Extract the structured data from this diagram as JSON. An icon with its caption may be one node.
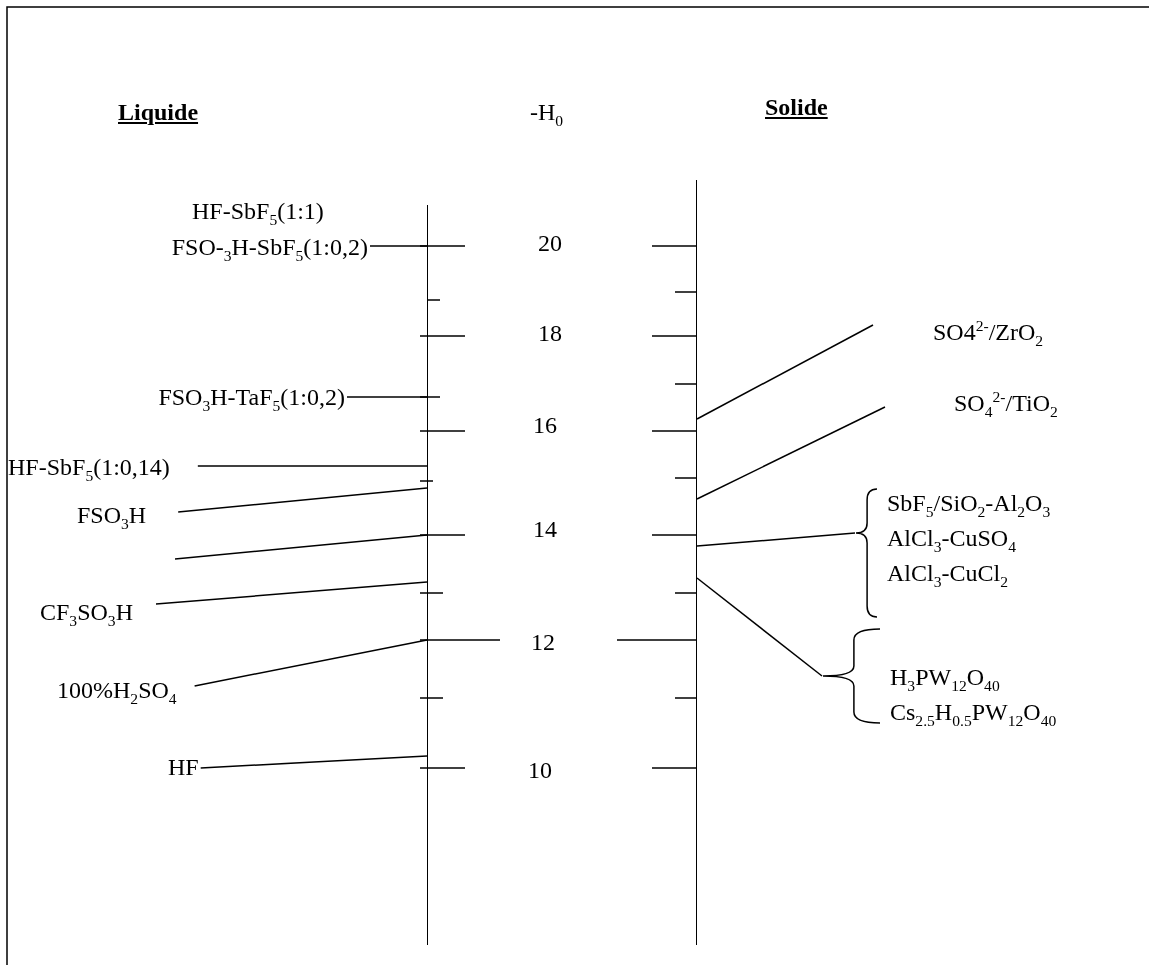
{
  "diagram": {
    "nodes": [
      {
        "text": [
          "FSO-$_{3}$H-SbF$_{5}$(1:0,2)"
        ]
      },
      {
        "text": [
          "FSO$_{3}$H-TaF$_{5}$(1:0,2)"
        ]
      },
      {
        "text": [
          "HF-SbF$_{5}$(1:0,14)"
        ]
      },
      {
        "text": [
          "FSO$_{3}$H"
        ]
      },
      {
        "text": [
          "CF$_{3}$SO$_{3}$H"
        ]
      },
      {
        "text": [
          "100%H$_{2}$SO$_{4}$"
        ]
      },
      {
        "text": [
          "HF"
        ]
      },
      {
        "text": [
          "SO4$^{2-}$/ZrO$_{2}$"
        ]
      },
      {
        "text": [
          "SO$_{4}$$^{2-}$/TiO$_{2}$"
        ]
      },
      {
        "text": [
          "SbF$_{5}$/SiO$_{2}$-Al$_{2}$O$_{3}$",
          "AlCl$_{3}$-CuSO$_{4}$",
          "AlCl$_{3}$-CuCl$_{2}$"
        ]
      },
      {
        "text": [
          "H$_{3}$PW$_{12}$O$_{40}$",
          "Cs$_{2.5}$H$_{0.5}$PW$_{12}$O$_{40}$"
        ]
      },
      {
        "text": [],
        "shape": "line"
      },
      {
        "text": [],
        "shape": "line"
      }
    ],
    "edges": [
      {
        "from": 0,
        "to": 11,
        "arrow": "none"
      },
      {
        "from": 1,
        "to": 11,
        "arrow": "none"
      },
      {
        "from": 2,
        "to": 11,
        "arrow": "none"
      },
      {
        "from": 3,
        "to": 11,
        "arrow": "none"
      },
      {
        "from": null,
        "to": 11,
        "arrow": "none"
      },
      {
        "from": 4,
        "to": 11,
        "arrow": "none"
      },
      {
        "from": 5,
        "to": 11,
        "arrow": "none"
      },
      {
        "from": 6,
        "to": 11,
        "arrow": "none"
      },
      {
        "from": 7,
        "to": 12,
        "arrow": "none"
      },
      {
        "from": 8,
        "to": 12,
        "arrow": "none"
      },
      {
        "from": 9,
        "to": 12,
        "arrow": "none"
      },
      {
        "from": 10,
        "to": 12,
        "arrow": "none"
      }
    ],
    "labels": [
      "Liquide",
      "-H$_{0}$",
      "Solide",
      "HF-SbF$_{5}$(1:1)",
      "20",
      "18",
      "16",
      "14",
      "12",
      "10"
    ]
  }
}
